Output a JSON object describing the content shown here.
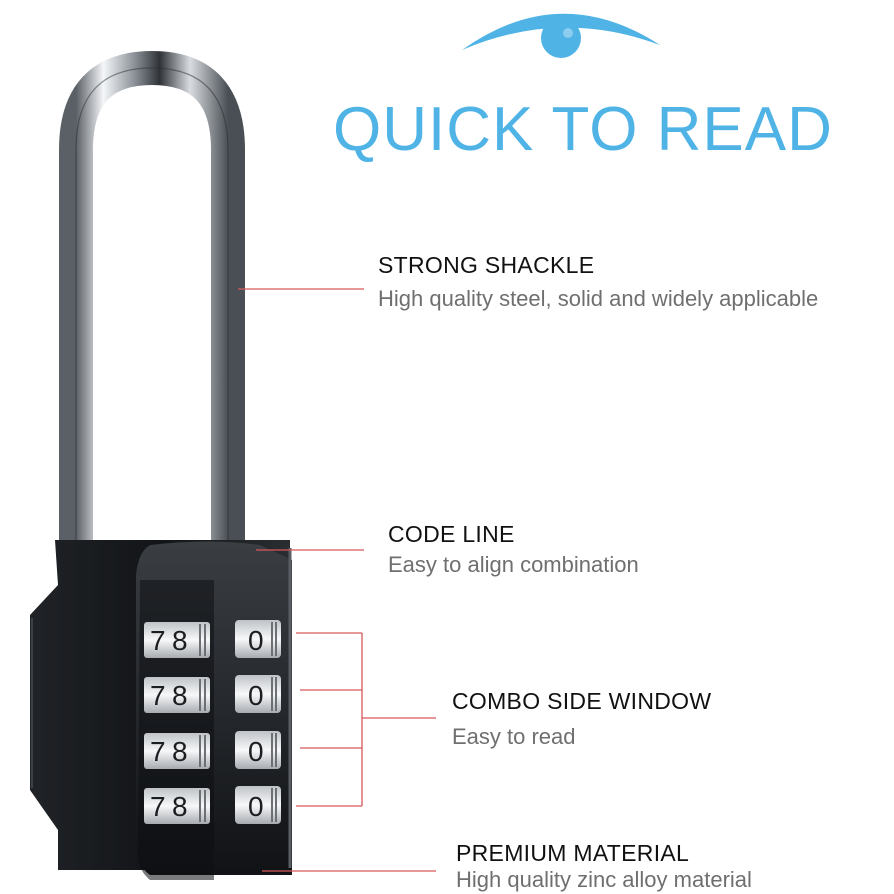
{
  "headline": "QUICK TO READ",
  "colors": {
    "headline": "#4fb3e6",
    "callout_line": "#d6595b",
    "lock_body": "#15171a",
    "shackle": "#b9bdc2"
  },
  "icons": [
    "eye-icon",
    "padlock-illustration"
  ],
  "dial": {
    "left_digits": [
      "7",
      "8"
    ],
    "right_digit": "0"
  },
  "features": [
    {
      "title": "STRONG SHACKLE",
      "desc": "High quality steel, solid and widely applicable"
    },
    {
      "title": "CODE LINE",
      "desc": "Easy to align combination"
    },
    {
      "title": "COMBO SIDE WINDOW",
      "desc": "Easy to read"
    },
    {
      "title": "PREMIUM MATERIAL",
      "desc": "High quality zinc alloy material"
    }
  ]
}
